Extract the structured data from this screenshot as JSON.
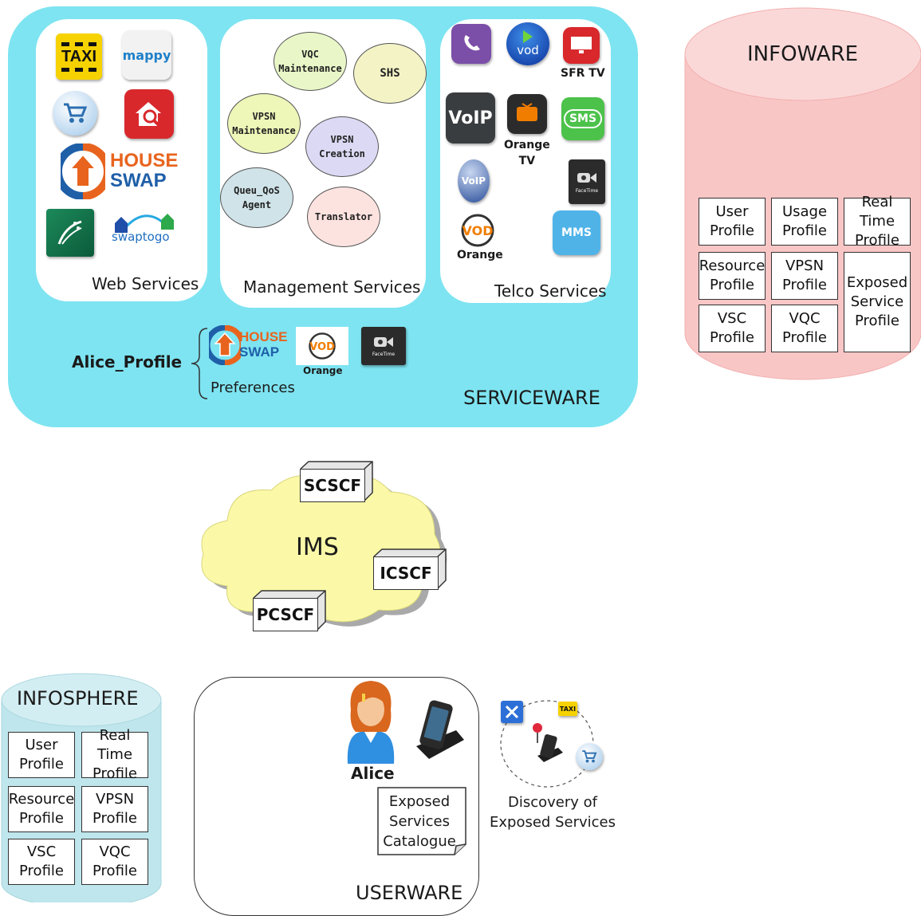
{
  "serviceware": {
    "title": "SERVICEWARE",
    "web_services": {
      "label": "Web Services",
      "house_swap": [
        "HOUSE",
        "SWAP"
      ],
      "taxi": "TAXI",
      "mappy": "mappy",
      "swaptogo": "swaptogo"
    },
    "management_services": {
      "label": "Management Services",
      "bubbles": [
        {
          "text": "VQC\nMaintenance",
          "color": "#e9f7c8"
        },
        {
          "text": "SHS",
          "color": "#f3f3c6"
        },
        {
          "text": "VPSN\nMaintenance",
          "color": "#eef6b8"
        },
        {
          "text": "VPSN\nCreation",
          "color": "#dcd9f4"
        },
        {
          "text": "Queu_QoS\nAgent",
          "color": "#cfe3e8"
        },
        {
          "text": "Translator",
          "color": "#fde3e0"
        }
      ]
    },
    "telco_services": {
      "label": "Telco Services",
      "sfr_tv": "SFR TV",
      "orange_tv": "Orange\nTV",
      "orange": "Orange",
      "voip": "VoIP",
      "sms": "SMS",
      "mms": "MMS",
      "vod": "vod",
      "facetime": "FaceTime"
    },
    "profile": {
      "name": "Alice_Profile",
      "preferences": "Preferences",
      "orange": "Orange"
    }
  },
  "infoware": {
    "title": "INFOWARE",
    "cells": [
      "User\nProfile",
      "Usage\nProfile",
      "Real Time\nProfile",
      "Resource\nProfile",
      "VPSN\nProfile",
      "Exposed\nService\nProfile",
      "VSC\nProfile",
      "VQC\nProfile"
    ]
  },
  "ims": {
    "title": "IMS",
    "nodes": [
      "SCSCF",
      "ICSCF",
      "PCSCF"
    ]
  },
  "infosphere": {
    "title": "INFOSPHERE",
    "cells": [
      "User\nProfile",
      "Real Time\nProfile",
      "Resource\nProfile",
      "VPSN\nProfile",
      "VSC\nProfile",
      "VQC\nProfile"
    ]
  },
  "userware": {
    "title": "USERWARE",
    "user": "Alice",
    "catalogue": "Exposed\nServices\nCatalogue"
  },
  "discovery": {
    "label": "Discovery of\nExposed Services",
    "taxi": "TAXI"
  },
  "colors": {
    "serviceware": "#7ee4f1",
    "infoware": "#f9c6c6",
    "infosphere": "#bfe6ec",
    "ims_cloud": "#fbf9a8"
  }
}
